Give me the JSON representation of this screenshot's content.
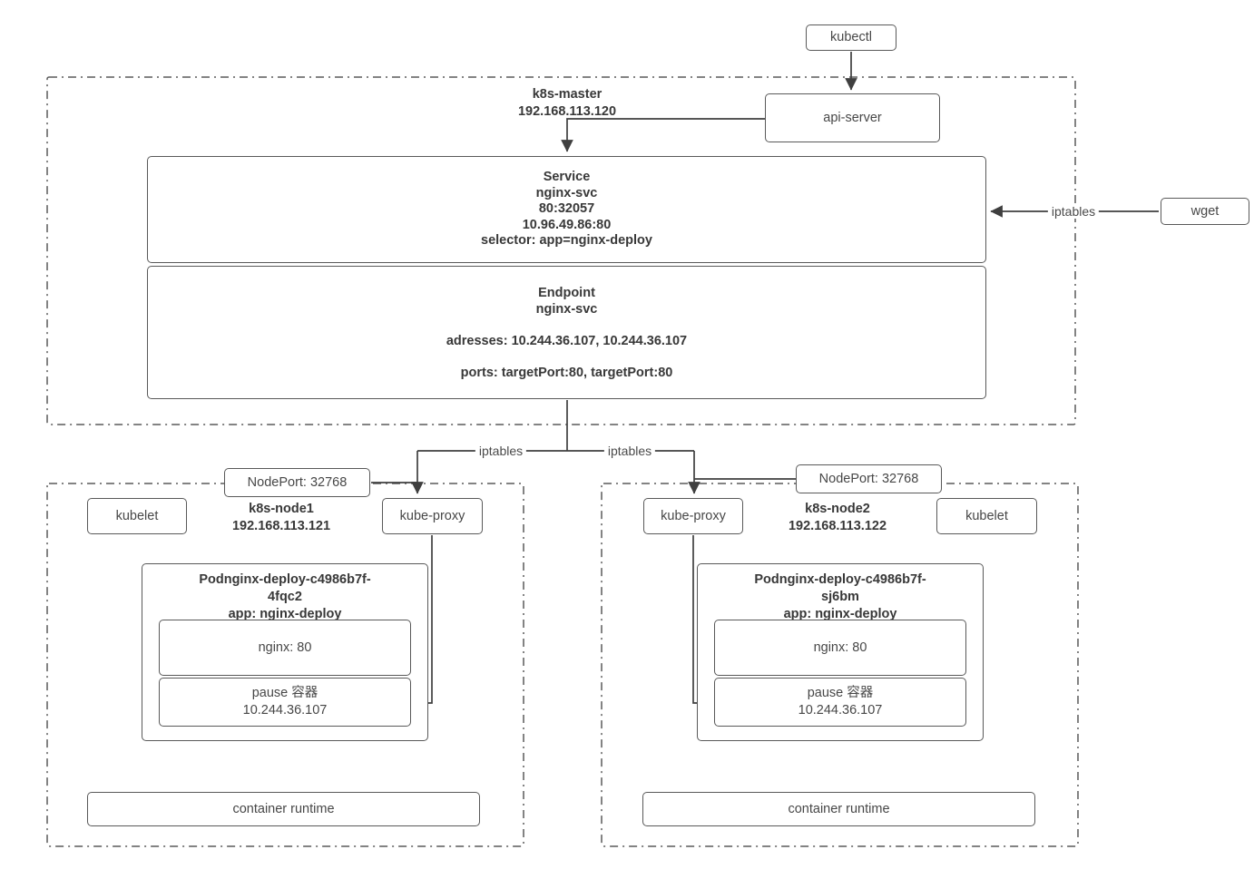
{
  "external": {
    "kubectl_label": "kubectl",
    "wget_label": "wget"
  },
  "connections": {
    "wget_iptables_label": "iptables",
    "node1_iptables_label": "iptables",
    "node2_iptables_label": "iptables"
  },
  "master": {
    "title": "k8s-master",
    "ip": "192.168.113.120",
    "api_server_label": "api-server",
    "service": {
      "title": "Service",
      "name": "nginx-svc",
      "port_mapping": "80:32057",
      "cluster_ip": "10.96.49.86:80",
      "selector": "selector: app=nginx-deploy"
    },
    "endpoint": {
      "title": "Endpoint",
      "name": "nginx-svc",
      "addresses": "adresses: 10.244.36.107, 10.244.36.107",
      "ports": "ports: targetPort:80, targetPort:80"
    }
  },
  "node1": {
    "title": "k8s-node1",
    "ip": "192.168.113.121",
    "nodeport_label": "NodePort: 32768",
    "kubelet_label": "kubelet",
    "kube_proxy_label": "kube-proxy",
    "pod": {
      "title_line1": "Podnginx-deploy-c4986b7f-",
      "title_line2": "4fqc2",
      "app_label": "app: nginx-deploy",
      "nginx_container": "nginx: 80",
      "pause_container": "pause 容器",
      "pause_ip": "10.244.36.107"
    },
    "container_runtime_label": "container runtime"
  },
  "node2": {
    "title": "k8s-node2",
    "ip": "192.168.113.122",
    "nodeport_label": "NodePort: 32768",
    "kubelet_label": "kubelet",
    "kube_proxy_label": "kube-proxy",
    "pod": {
      "title_line1": "Podnginx-deploy-c4986b7f-",
      "title_line2": "sj6bm",
      "app_label": "app: nginx-deploy",
      "nginx_container": "nginx: 80",
      "pause_container": "pause 容器",
      "pause_ip": "10.244.36.107"
    },
    "container_runtime_label": "container runtime"
  }
}
